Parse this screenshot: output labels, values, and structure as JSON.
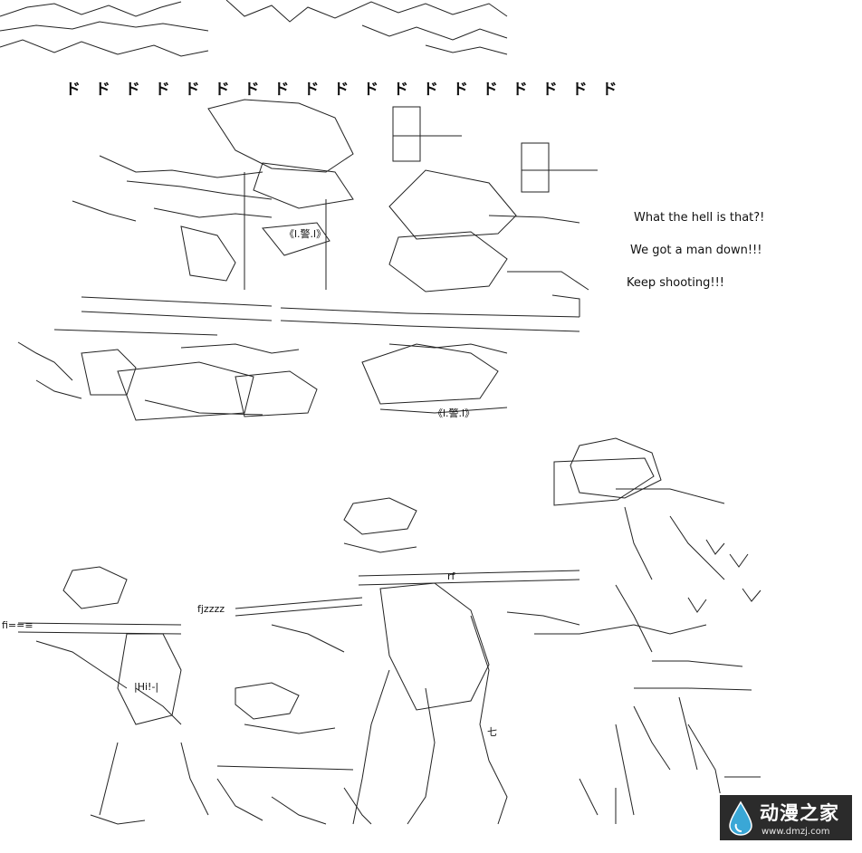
{
  "top_sfx": "ド ド ド ド ド ド ド ド ド ド ド ド ド ド ド ド ド ド ド",
  "captions": [
    "What the hell is that?!",
    "We got a man down!!!",
    "Keep shooting!!!"
  ],
  "labels": {
    "emblem_left": "《l.警.l》",
    "emblem_right": "《l.警.l》",
    "fizz": "fjzzzz",
    "fi_left": "fi==≡",
    "hi": "|Hi!-|",
    "rf": "rf",
    "seven": "七"
  },
  "watermark": {
    "name": "动漫之家",
    "url": "www.dmzj.com",
    "accent": "#3aa7d6"
  }
}
